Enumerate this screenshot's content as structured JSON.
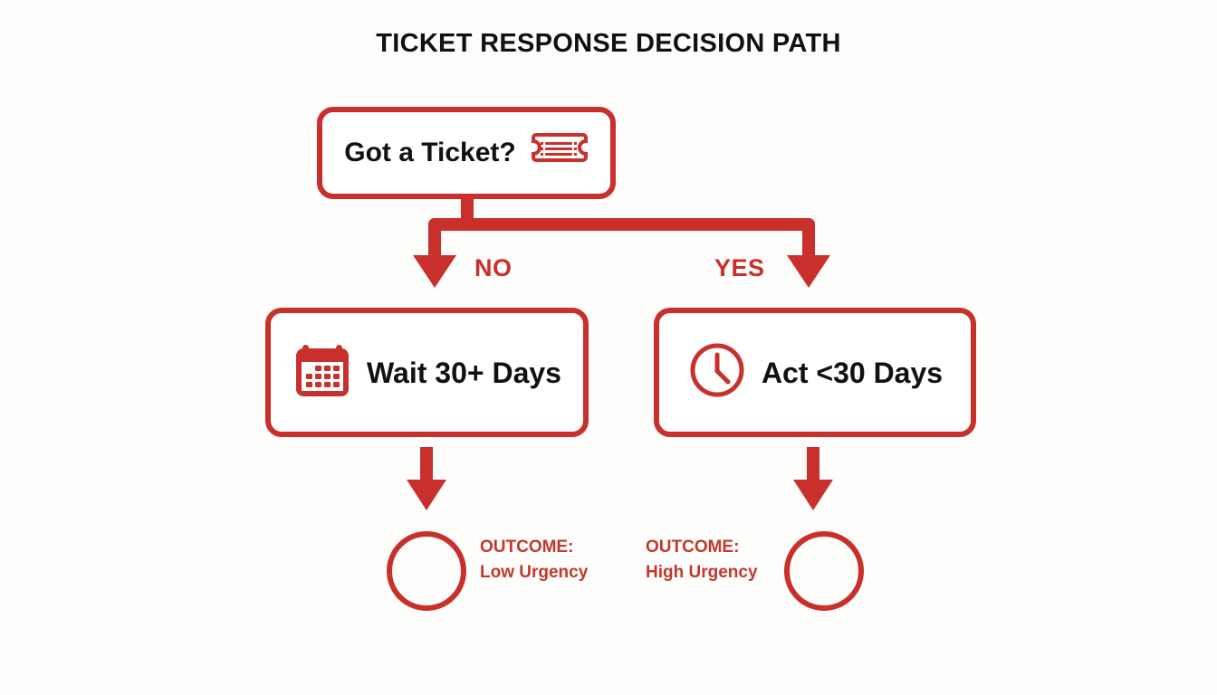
{
  "page": {
    "title": "TICKET RESPONSE DECISION PATH",
    "background_color": "#fdfdfc",
    "accent_color": "#c9302c",
    "text_color": "#111111"
  },
  "diagram": {
    "root": {
      "label": "Got a Ticket?",
      "icon": "ticket-icon"
    },
    "branches": [
      {
        "key": "no",
        "label": "NO"
      },
      {
        "key": "yes",
        "label": "YES"
      }
    ],
    "nodes": [
      {
        "key": "wait",
        "label": "Wait 30+ Days",
        "icon": "calendar-icon",
        "branch": "NO"
      },
      {
        "key": "act",
        "label": "Act <30 Days",
        "icon": "clock-icon",
        "branch": "YES"
      }
    ],
    "outcomes": [
      {
        "key": "low",
        "heading": "OUTCOME:",
        "value": "Low Urgency"
      },
      {
        "key": "high",
        "heading": "OUTCOME:",
        "value": "High Urgency"
      }
    ]
  }
}
